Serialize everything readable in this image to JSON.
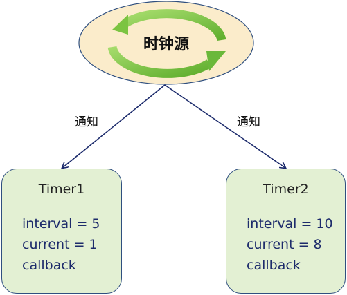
{
  "source": {
    "label": "时钟源"
  },
  "edges": [
    {
      "label": "通知"
    },
    {
      "label": "通知"
    }
  ],
  "timers": [
    {
      "name": "Timer1",
      "interval_text": "interval = 5",
      "current_text": "current = 1",
      "callback_text": "callback"
    },
    {
      "name": "Timer2",
      "interval_text": "interval = 10",
      "current_text": "current = 8",
      "callback_text": "callback"
    }
  ],
  "colors": {
    "source_fill": "#fbeccb",
    "cycle_arrow": "#7cc442",
    "timer_fill": "#e3f0d3",
    "border": "#2f4f7f",
    "connector": "#1b2a6b",
    "field_text": "#1d2b6b"
  }
}
